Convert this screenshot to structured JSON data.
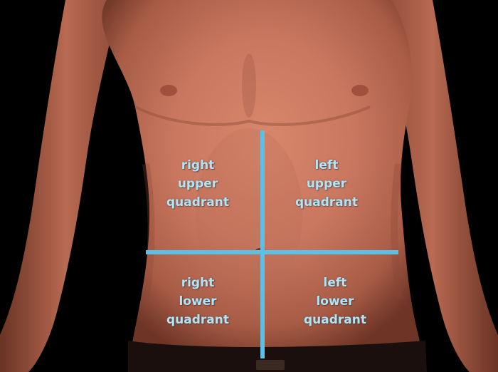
{
  "image": {
    "background_color": "#000000",
    "skin_color": "#c9775f",
    "divider_color": "#5cc0e6",
    "label_color": "#b5e3f2"
  },
  "quadrants": {
    "right_upper": {
      "lines": [
        "right",
        "upper",
        "quadrant"
      ]
    },
    "left_upper": {
      "lines": [
        "left",
        "upper",
        "quadrant"
      ]
    },
    "right_lower": {
      "lines": [
        "right",
        "lower",
        "quadrant"
      ]
    },
    "left_lower": {
      "lines": [
        "left",
        "lower",
        "quadrant"
      ]
    }
  }
}
